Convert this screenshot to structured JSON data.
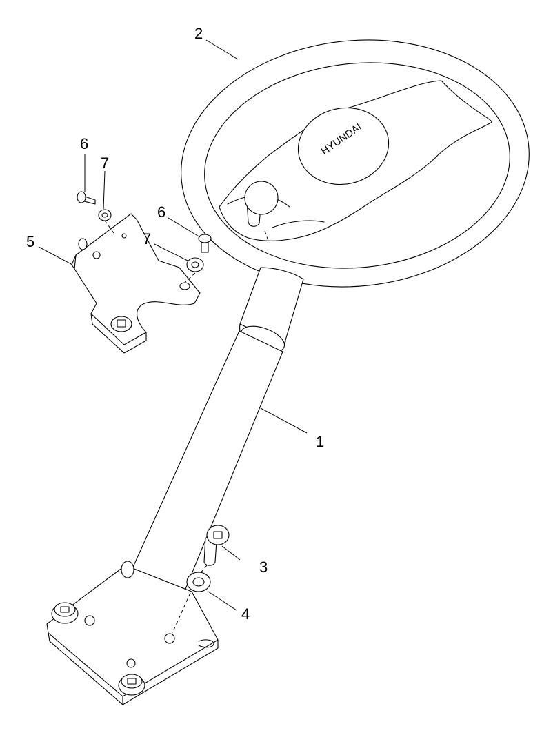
{
  "brand_text": "HYUNDAI",
  "callouts": [
    {
      "id": "1",
      "label": "1"
    },
    {
      "id": "2",
      "label": "2"
    },
    {
      "id": "3",
      "label": "3"
    },
    {
      "id": "4",
      "label": "4"
    },
    {
      "id": "5",
      "label": "5"
    },
    {
      "id": "6a",
      "label": "6"
    },
    {
      "id": "6b",
      "label": "6"
    },
    {
      "id": "7a",
      "label": "7"
    },
    {
      "id": "7b",
      "label": "7"
    }
  ],
  "line_color": "#000000",
  "background_color": "#ffffff"
}
